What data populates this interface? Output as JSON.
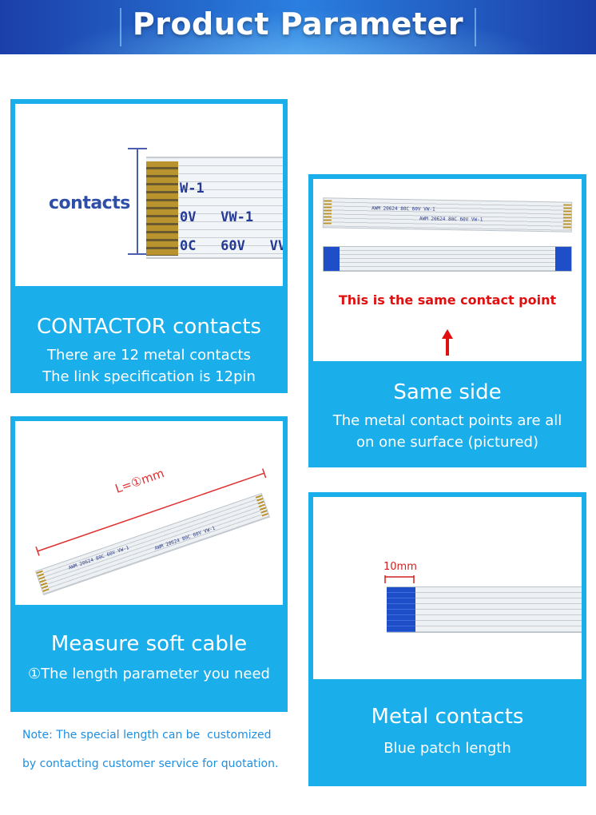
{
  "banner": {
    "title": "Product Parameter"
  },
  "card_contacts": {
    "photo_label": "contacts",
    "cable_marks": [
      "W-1",
      "0V   VW-1",
      "0C   60V   VV"
    ],
    "title": "CONTACTOR contacts",
    "lines": [
      "There are 12 metal contacts",
      "The link specification is 12pin"
    ]
  },
  "card_same_side": {
    "photo_caption": "This is the same contact point",
    "cable_marks": [
      "AWM 20624 80C 60V VW-1",
      "AWM 20624 80C 60V VW-1"
    ],
    "title": "Same side",
    "lines": [
      "The metal contact points are all",
      "on one surface (pictured)"
    ],
    "colors": {
      "caption": "#e01010",
      "arrow": "#e01010"
    }
  },
  "card_measure": {
    "length_label": "L=①mm",
    "cable_marks": [
      "AWM 20624 80C 60V VW-1",
      "AWM 20624 80C 60V VW-1"
    ],
    "title": "Measure soft cable",
    "lines": [
      "①The length parameter you need"
    ]
  },
  "card_metal": {
    "dimension_label": "10mm",
    "title": "Metal contacts",
    "lines": [
      "Blue patch length"
    ]
  },
  "note": {
    "lines": [
      "Note: The special length can be  customized",
      "by contacting customer service for quotation."
    ]
  },
  "colors": {
    "accent": "#1aaeea",
    "banner": "#1b3fa8",
    "note": "#1f8fe0",
    "contact_blue": "#1e4fc8",
    "gold": "#b8932e"
  }
}
